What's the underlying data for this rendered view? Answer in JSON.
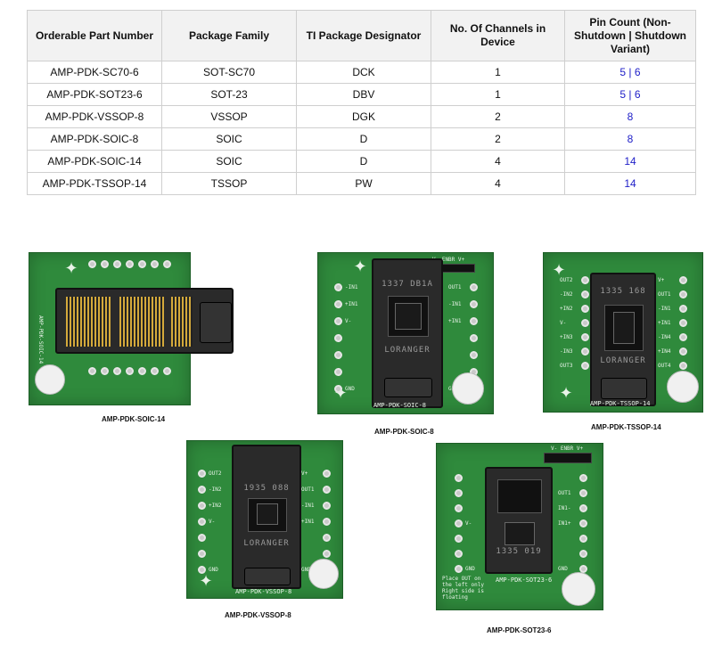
{
  "table": {
    "headers": [
      "Orderable Part Number",
      "Package Family",
      "TI Package Designator",
      "No. Of Channels in Device",
      "Pin Count (Non-Shutdown | Shutdown Variant)"
    ],
    "rows": [
      {
        "part": "AMP-PDK-SC70-6",
        "family": "SOT-SC70",
        "designator": "DCK",
        "channels": "1",
        "pins_a": "5",
        "pins_sep": " | ",
        "pins_b": "6"
      },
      {
        "part": "AMP-PDK-SOT23-6",
        "family": "SOT-23",
        "designator": "DBV",
        "channels": "1",
        "pins_a": "5",
        "pins_sep": " | ",
        "pins_b": "6"
      },
      {
        "part": "AMP-PDK-VSSOP-8",
        "family": "VSSOP",
        "designator": "DGK",
        "channels": "2",
        "pins_a": "8",
        "pins_sep": "",
        "pins_b": ""
      },
      {
        "part": "AMP-PDK-SOIC-8",
        "family": "SOIC",
        "designator": "D",
        "channels": "2",
        "pins_a": "8",
        "pins_sep": "",
        "pins_b": ""
      },
      {
        "part": "AMP-PDK-SOIC-14",
        "family": "SOIC",
        "designator": "D",
        "channels": "4",
        "pins_a": "14",
        "pins_sep": "",
        "pins_b": ""
      },
      {
        "part": "AMP-PDK-TSSOP-14",
        "family": "TSSOP",
        "designator": "PW",
        "channels": "4",
        "pins_a": "14",
        "pins_sep": "",
        "pins_b": ""
      }
    ],
    "link_color": "#2020c8"
  },
  "boards": {
    "soic14": {
      "caption": "AMP-PDK-SOIC-14",
      "silk": "AMP-PDK-SOIC-14"
    },
    "soic8": {
      "caption": "AMP-PDK-SOIC-8",
      "silk": "AMP-PDK-SOIC-8",
      "socket_text": "1337 DB1A",
      "brand": "LORANGER",
      "top_labels": "V-  ENBR  V+",
      "pin_labels_left": [
        "-IN1",
        "+IN1",
        "V-",
        "",
        "",
        "",
        "GND"
      ],
      "pin_labels_right": [
        "OUT1",
        "-IN1",
        "+IN1",
        "",
        "",
        "",
        "GND"
      ]
    },
    "tssop14": {
      "caption": "AMP-PDK-TSSOP-14",
      "silk": "AMP-PDK-TSSOP-14",
      "socket_text": "1335 168",
      "brand": "LORANGER",
      "pin_labels_left": [
        "OUT2",
        "-IN2",
        "+IN2",
        "V-",
        "+IN3",
        "-IN3",
        "OUT3"
      ],
      "pin_labels_right": [
        "V+",
        "OUT1",
        "-IN1",
        "+IN1",
        "-IN4",
        "+IN4",
        "OUT4"
      ]
    },
    "vssop8": {
      "caption": "AMP-PDK-VSSOP-8",
      "silk": "AMP-PDK-VSSOP-8",
      "socket_text": "1935 088",
      "brand": "LORANGER",
      "pin_labels_left": [
        "OUT2",
        "-IN2",
        "+IN2",
        "V-",
        "",
        "",
        "GND"
      ],
      "pin_labels_right": [
        "V+",
        "OUT1",
        "-IN1",
        "+IN1",
        "",
        "",
        "GND"
      ]
    },
    "sot23": {
      "caption": "AMP-PDK-SOT23-6",
      "silk": "AMP-PDK-SOT23-6",
      "socket_text": "1335 019",
      "top_labels": "V-  ENBR  V+",
      "pin_labels_left": [
        "",
        "",
        "",
        "V-",
        "",
        "",
        "GND"
      ],
      "pin_labels_right": [
        "",
        "OUT1",
        "IN1-",
        "IN1+",
        "",
        "",
        "GND"
      ],
      "note": "Place OUT on the left only Right side is floating"
    }
  },
  "colors": {
    "pcb": "#2f8a3c",
    "socket": "#2a2a2a",
    "silk": "#e8f3e8"
  },
  "icons": [
    "ti-logo-icon",
    "mounting-hole-icon"
  ]
}
